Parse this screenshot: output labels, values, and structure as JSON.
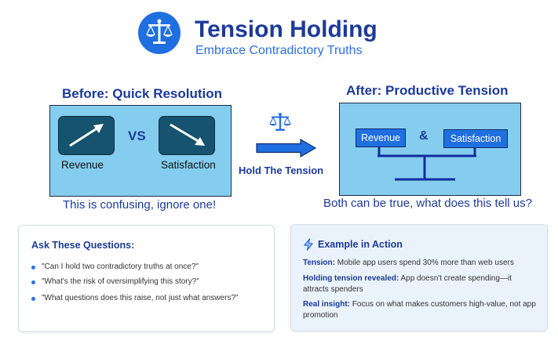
{
  "header": {
    "title": "Tension Holding",
    "subtitle": "Embrace Contradictory Truths",
    "icon": "scale-icon"
  },
  "before": {
    "title": "Before: Quick Resolution",
    "left_label": "Revenue",
    "vs": "VS",
    "right_label": "Satisfaction",
    "caption": "This is confusing, ignore one!"
  },
  "middle": {
    "label": "Hold The Tension"
  },
  "after": {
    "title": "After: Productive Tension",
    "left_label": "Revenue",
    "amp": "&",
    "right_label": "Satisfaction",
    "caption": "Both can be true, what does this tell us?"
  },
  "questions": {
    "title": "Ask These Questions:",
    "items": [
      "\"Can I hold two contradictory truths at once?\"",
      "\"What's the risk of oversimplifying this story?\"",
      "\"What questions does this raise, not just what answers?\""
    ]
  },
  "example": {
    "title": "Example in Action",
    "items": [
      {
        "label": "Tension:",
        "text": "Mobile app users spend 30% more than web users"
      },
      {
        "label": "Holding tension revealed:",
        "text": "App doesn't create spending—it attracts spenders"
      },
      {
        "label": "Real insight:",
        "text": "Focus on what makes customers high-value, not app promotion"
      }
    ]
  },
  "colors": {
    "accent": "#1f6fe0",
    "navy": "#1c3a99",
    "panel": "#85cdee",
    "tile": "#16536e"
  }
}
